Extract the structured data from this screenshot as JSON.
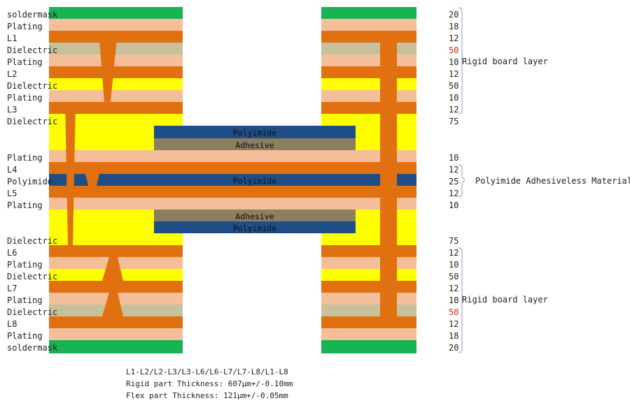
{
  "colors": {
    "copper": "#e07010",
    "plating": "#f4bf98",
    "dielectric_yellow": "#ffff00",
    "dielectric_tan": "#c8c09b",
    "soldermask": "#18b454",
    "polyimide": "#1f4e87",
    "adhesive": "#8c7e5e",
    "bracket": "#7aa7d6",
    "red_value": "#e8231c"
  },
  "layers": [
    {
      "name": "soldermask",
      "type": "soldermask",
      "thickness": "20"
    },
    {
      "name": "Plating",
      "type": "plating",
      "thickness": "18"
    },
    {
      "name": "L1",
      "type": "copper",
      "thickness": "12"
    },
    {
      "name": "Dielectric",
      "type": "dielectric_tan",
      "thickness": "50",
      "highlight": true
    },
    {
      "name": "Plating",
      "type": "plating",
      "thickness": "10"
    },
    {
      "name": "L2",
      "type": "copper",
      "thickness": "12"
    },
    {
      "name": "Dielectric",
      "type": "dielectric_yellow",
      "thickness": "50"
    },
    {
      "name": "Plating",
      "type": "plating",
      "thickness": "10"
    },
    {
      "name": "L3",
      "type": "copper",
      "thickness": "12"
    },
    {
      "name": "Dielectric",
      "type": "dielectric_yellow",
      "thickness": "75"
    },
    {
      "name": "Plating",
      "type": "plating",
      "thickness": "10"
    },
    {
      "name": "L4",
      "type": "copper",
      "thickness": "12"
    },
    {
      "name": "Polyimide",
      "type": "polyimide",
      "thickness": "25"
    },
    {
      "name": "L5",
      "type": "copper",
      "thickness": "12"
    },
    {
      "name": "Plating",
      "type": "plating",
      "thickness": "10"
    },
    {
      "name": "Dielectric",
      "type": "dielectric_yellow",
      "thickness": "75"
    },
    {
      "name": "L6",
      "type": "copper",
      "thickness": "12"
    },
    {
      "name": "Plating",
      "type": "plating",
      "thickness": "10"
    },
    {
      "name": "Dielectric",
      "type": "dielectric_yellow",
      "thickness": "50"
    },
    {
      "name": "L7",
      "type": "copper",
      "thickness": "12"
    },
    {
      "name": "Plating",
      "type": "plating",
      "thickness": "10"
    },
    {
      "name": "Dielectric",
      "type": "dielectric_tan",
      "thickness": "50",
      "highlight": true
    },
    {
      "name": "L8",
      "type": "copper",
      "thickness": "12"
    },
    {
      "name": "Plating",
      "type": "plating",
      "thickness": "18"
    },
    {
      "name": "soldermask",
      "type": "soldermask",
      "thickness": "20"
    }
  ],
  "flex_bands": {
    "polyimide_top": "Polyimide",
    "adhesive_top": "Adhesive",
    "polyimide_core": "Polyimide",
    "adhesive_bottom": "Adhesive",
    "polyimide_bottom": "Polyimide"
  },
  "annotations": {
    "rigid_top": "Rigid board layer",
    "flex": "Polyimide Adhesiveless Material",
    "rigid_bottom": "Rigid board layer"
  },
  "footer": {
    "line1": "L1-L2/L2-L3/L3-L6/L6-L7/L7-L8/L1-L8",
    "line2": "Rigid part Thickness: 607μm+/-0.10mm",
    "line3": "Flex part Thickness: 121μm+/-0.05mm"
  }
}
